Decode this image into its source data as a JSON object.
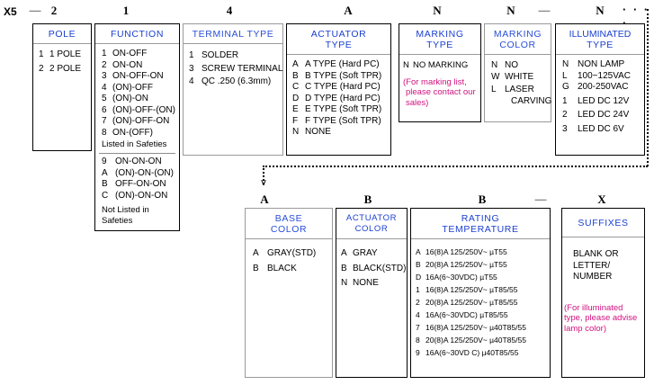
{
  "header": {
    "prefix": "X5",
    "dash": "—",
    "codes": [
      "2",
      "1",
      "4",
      "A",
      "N",
      "N",
      "N"
    ],
    "dash2": "—",
    "trailing_dots": "· · · ·"
  },
  "header2": {
    "codes": [
      "A",
      "B",
      "B",
      "X"
    ],
    "dash": "—"
  },
  "columns": {
    "pole": {
      "title": "POLE",
      "options": [
        {
          "key": "1",
          "val": "1 POLE"
        },
        {
          "key": "2",
          "val": "2 POLE"
        }
      ]
    },
    "function": {
      "title": "FUNCTION",
      "options": [
        {
          "key": "1",
          "val": "ON-OFF"
        },
        {
          "key": "2",
          "val": "ON-ON"
        },
        {
          "key": "3",
          "val": "ON-OFF-ON"
        },
        {
          "key": "4",
          "val": "(ON)-OFF"
        },
        {
          "key": "5",
          "val": "(ON)-ON"
        },
        {
          "key": "6",
          "val": "(ON)-OFF-(ON)"
        },
        {
          "key": "7",
          "val": "(ON)-OFF-ON"
        },
        {
          "key": "8",
          "val": "ON-(OFF)"
        }
      ],
      "note1": "Listed in Safeties",
      "options2": [
        {
          "key": "9",
          "val": "ON-ON-ON"
        },
        {
          "key": "A",
          "val": "(ON)-ON-(ON)"
        },
        {
          "key": "B",
          "val": "OFF-ON-ON"
        },
        {
          "key": "C",
          "val": "(ON)-ON-ON"
        }
      ],
      "note2_line1": "Not Listed in",
      "note2_line2": "Safeties"
    },
    "terminal_type": {
      "title": "TERMINAL TYPE",
      "options": [
        {
          "key": "1",
          "val": "SOLDER"
        },
        {
          "key": "3",
          "val": "SCREW TERMINAL"
        },
        {
          "key": "4",
          "val": "QC .250  (6.3mm)"
        }
      ]
    },
    "actuator_type": {
      "title_line1": "ACTUATOR",
      "title_line2": "TYPE",
      "options": [
        {
          "key": "A",
          "val": "A TYPE (Hard PC)"
        },
        {
          "key": "B",
          "val": "B TYPE (Soft TPR)"
        },
        {
          "key": "C",
          "val": "C TYPE (Hard PC)"
        },
        {
          "key": "D",
          "val": "D TYPE (Hard PC)"
        },
        {
          "key": "E",
          "val": "E TYPE (Soft TPR)"
        },
        {
          "key": "F",
          "val": "F TYPE (Soft TPR)"
        },
        {
          "key": "N",
          "val": "NONE"
        }
      ]
    },
    "marking_type": {
      "title_line1": "MARKING",
      "title_line2": "TYPE",
      "options": [
        {
          "key": "N",
          "val": "NO MARKING"
        }
      ],
      "note_line1": "(For marking list,",
      "note_line2": "please contact our",
      "note_line3": "sales)"
    },
    "marking_color": {
      "title_line1": "MARKING",
      "title_line2": "COLOR",
      "options": [
        {
          "key": "N",
          "val": "NO"
        },
        {
          "key": "W",
          "val": "WHITE"
        },
        {
          "key": "L",
          "val": "LASER"
        }
      ],
      "extra_line": "CARVING"
    },
    "illuminated_type": {
      "title_line1": "ILLUMINATED",
      "title_line2": "TYPE",
      "options": [
        {
          "key": "N",
          "val": "NON LAMP"
        },
        {
          "key": "L",
          "val": "100~125VAC"
        },
        {
          "key": "G",
          "val": "200-250VAC"
        },
        {
          "key": "1",
          "val": "LED  DC 12V"
        },
        {
          "key": "2",
          "val": "LED  DC 24V"
        },
        {
          "key": "3",
          "val": "LED  DC 6V"
        }
      ]
    },
    "base_color": {
      "title_line1": "BASE",
      "title_line2": "COLOR",
      "options": [
        {
          "key": "A",
          "val": "GRAY(STD)"
        },
        {
          "key": "B",
          "val": "BLACK"
        }
      ]
    },
    "actuator_color": {
      "title_line1": "ACTUATOR",
      "title_line2": "COLOR",
      "options": [
        {
          "key": "A",
          "val": "GRAY"
        },
        {
          "key": "B",
          "val": "BLACK(STD)"
        },
        {
          "key": "N",
          "val": "NONE"
        }
      ]
    },
    "rating_temperature": {
      "title_line1": "RATING",
      "title_line2": "TEMPERATURE",
      "options": [
        {
          "key": "A",
          "val": "16(8)A 125/250V~ µT55"
        },
        {
          "key": "B",
          "val": "20(8)A 125/250V~ µT55"
        },
        {
          "key": "D",
          "val": "16A(6~30VDC) µT55"
        },
        {
          "key": "1",
          "val": "16(8)A 125/250V~ µT85/55"
        },
        {
          "key": "2",
          "val": "20(8)A 125/250V~ µT85/55"
        },
        {
          "key": "4",
          "val": "16A(6~30VDC) µT85/55"
        },
        {
          "key": "7",
          "val": "16(8)A 125/250V~ µ40T85/55"
        },
        {
          "key": "8",
          "val": "20(8)A 125/250V~ µ40T85/55"
        },
        {
          "key": "9",
          "val": "16A(6~30VD C) µ40T85/55"
        }
      ]
    },
    "suffixes": {
      "title": "SUFFIXES",
      "lines": [
        "BLANK OR",
        "LETTER/",
        "NUMBER"
      ],
      "note_line1": "(For illuminated",
      "note_line2": "type, please advise",
      "note_line3": "lamp color)"
    }
  },
  "colors": {
    "title_blue": "#1a3fd0",
    "note_pink": "#d1127f",
    "border_black": "#000000",
    "border_gray": "#9a9a9a"
  }
}
